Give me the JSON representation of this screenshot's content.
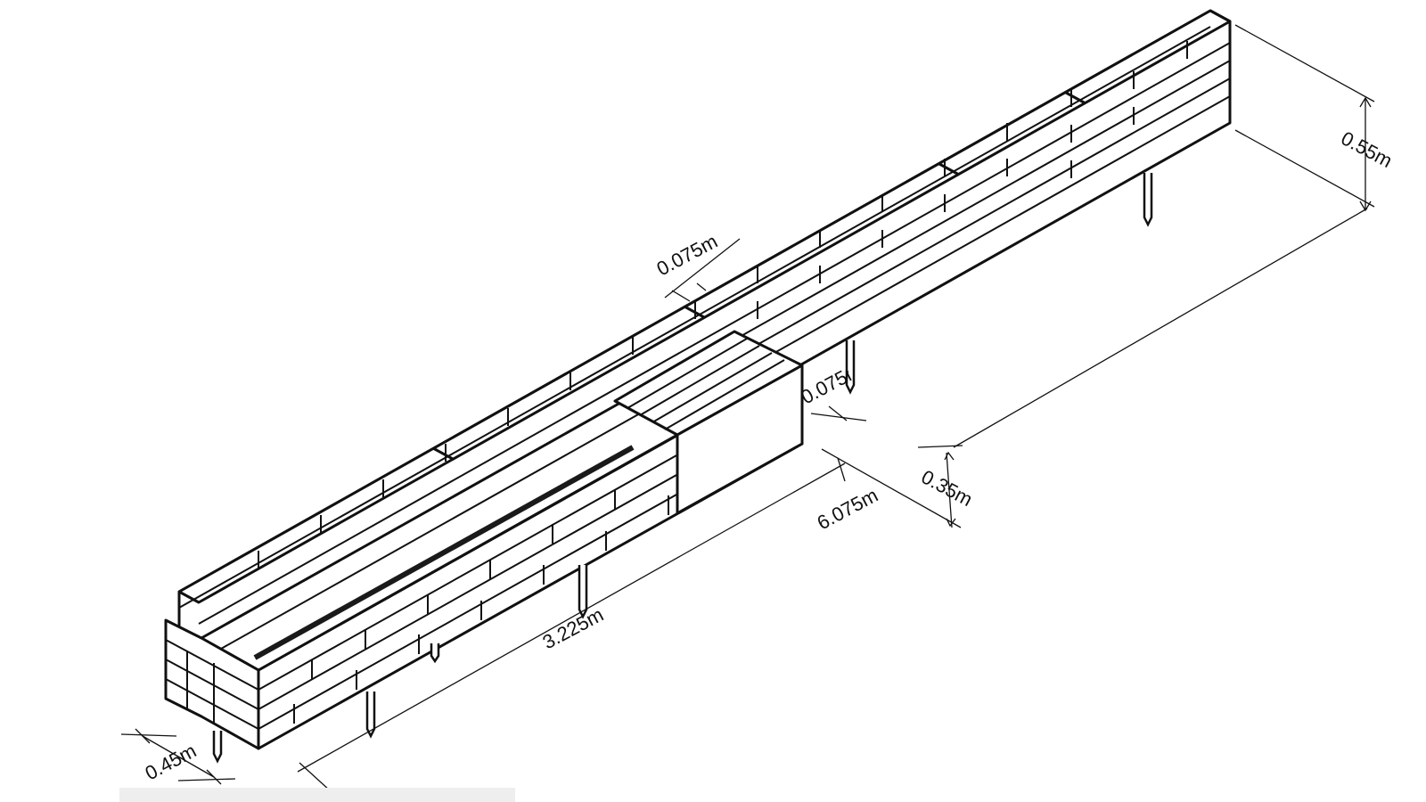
{
  "diagram": {
    "dimensions": {
      "height_back": "0.55m",
      "height_front": "0.35m",
      "board_thickness": "0.075m",
      "wall_thickness_partial": "0.075m",
      "total_length": "6.075m",
      "front_length": "3.225m",
      "width": "0.45m"
    },
    "colors": {
      "line": "#111111",
      "background": "#ffffff",
      "inner_wall": "#1a1a1a"
    }
  }
}
